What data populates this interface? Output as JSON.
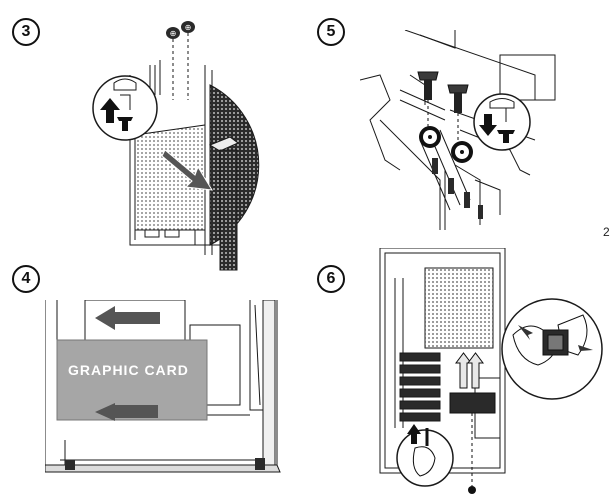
{
  "steps": [
    {
      "number": "3"
    },
    {
      "number": "4"
    },
    {
      "number": "5"
    },
    {
      "number": "6"
    }
  ],
  "step4": {
    "card_label": "GRAPHIC CARD"
  },
  "page_number": "2",
  "colors": {
    "line": "#1a1a1a",
    "mesh": "#333333",
    "arrow": "#555555",
    "card": "#a6a6a6",
    "panel_fill": "#f2f2f2"
  },
  "icons": [
    "screw-icon",
    "arrow-up-icon",
    "arrow-down-icon",
    "arrow-left-icon",
    "pinch-hand-icon",
    "hand-icon"
  ]
}
